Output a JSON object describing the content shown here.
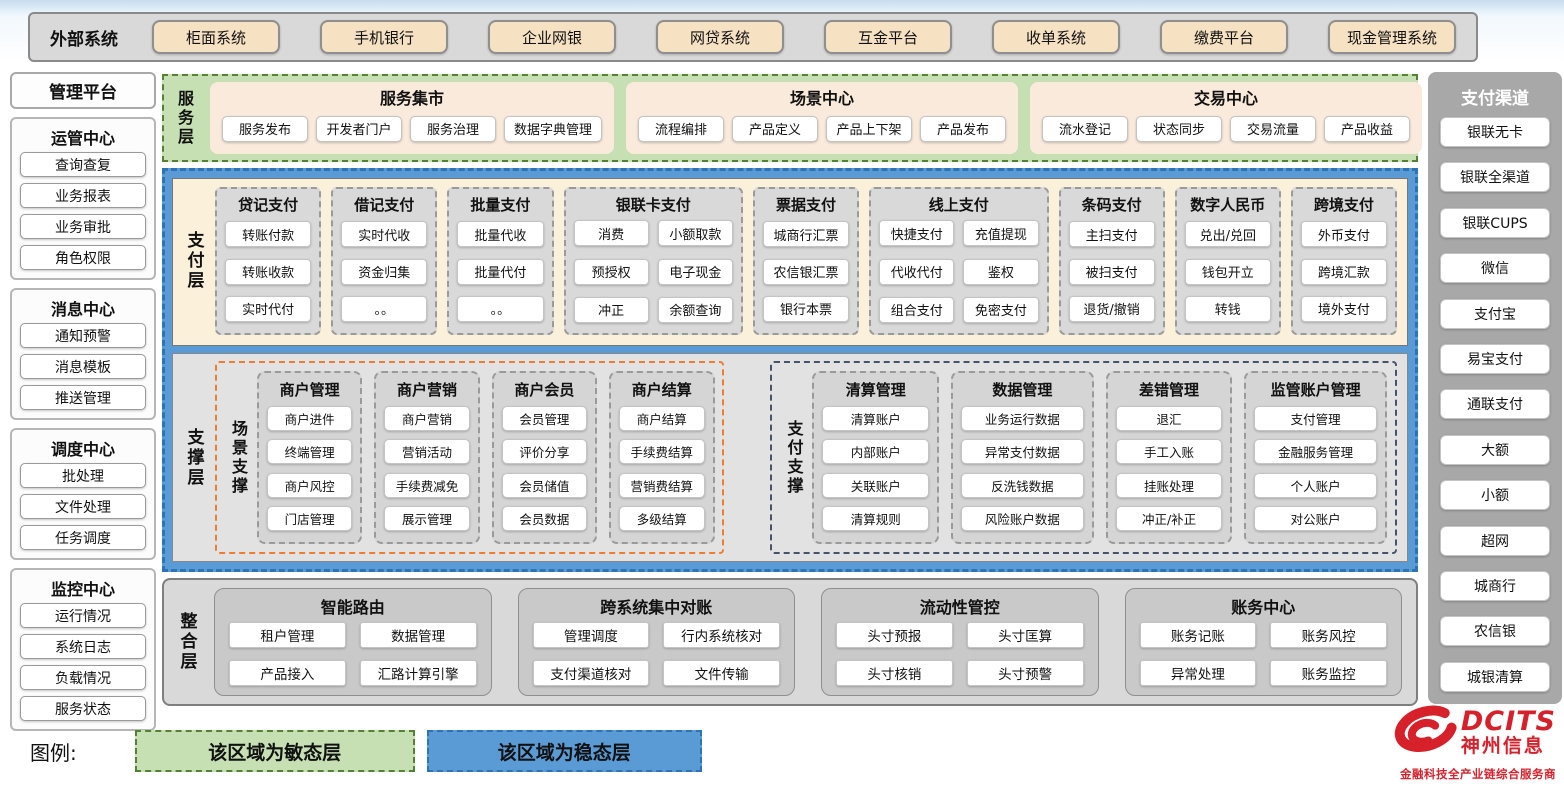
{
  "colors": {
    "agile_green": "#C6E0B4",
    "agile_border": "#538135",
    "stable_blue": "#5B9BD5",
    "stable_border": "#2E74B5",
    "payment_cream": "#FBF1DA",
    "service_cream": "#FAEADB",
    "bar_gray": "#D9D9D9",
    "tan": "#F6E2C3",
    "scene_orange": "#ED7D31",
    "pay_navy": "#44546A",
    "brand_red": "#D6212B"
  },
  "external": {
    "label": "外部系统",
    "systems": [
      "柜面系统",
      "手机银行",
      "企业网银",
      "网贷系统",
      "互金平台",
      "收单系统",
      "缴费平台",
      "现金管理系统"
    ]
  },
  "management": {
    "title": "管理平台",
    "groups": [
      {
        "title": "运管中心",
        "items": [
          "查询查复",
          "业务报表",
          "业务审批",
          "角色权限"
        ]
      },
      {
        "title": "消息中心",
        "items": [
          "通知预警",
          "消息模板",
          "推送管理"
        ]
      },
      {
        "title": "调度中心",
        "items": [
          "批处理",
          "文件处理",
          "任务调度"
        ]
      },
      {
        "title": "监控中心",
        "items": [
          "运行情况",
          "系统日志",
          "负载情况",
          "服务状态"
        ]
      }
    ]
  },
  "service_layer": {
    "label": "服务层",
    "panels": [
      {
        "title": "服务集市",
        "items": [
          "服务发布",
          "开发者门户",
          "服务治理",
          "数据字典管理"
        ]
      },
      {
        "title": "场景中心",
        "items": [
          "流程编排",
          "产品定义",
          "产品上下架",
          "产品发布"
        ]
      },
      {
        "title": "交易中心",
        "items": [
          "流水登记",
          "状态同步",
          "交易流量",
          "产品收益"
        ]
      }
    ]
  },
  "payment_layer": {
    "label": "支付层",
    "groups": [
      {
        "title": "贷记支付",
        "items": [
          "转账付款",
          "转账收款",
          "实时代付"
        ]
      },
      {
        "title": "借记支付",
        "items": [
          "实时代收",
          "资金归集",
          "。。"
        ]
      },
      {
        "title": "批量支付",
        "items": [
          "批量代收",
          "批量代付",
          "。。"
        ]
      },
      {
        "title": "银联卡支付",
        "items": [
          "消费",
          "小额取款",
          "预授权",
          "电子现金",
          "冲正",
          "余额查询"
        ]
      },
      {
        "title": "票据支付",
        "items": [
          "城商行汇票",
          "农信银汇票",
          "银行本票"
        ]
      },
      {
        "title": "线上支付",
        "items": [
          "快捷支付",
          "充值提现",
          "代收代付",
          "鉴权",
          "组合支付",
          "免密支付"
        ]
      },
      {
        "title": "条码支付",
        "items": [
          "主扫支付",
          "被扫支付",
          "退货/撤销"
        ]
      },
      {
        "title": "数字人民币",
        "items": [
          "兑出/兑回",
          "钱包开立",
          "转钱"
        ]
      },
      {
        "title": "跨境支付",
        "items": [
          "外币支付",
          "跨境汇款",
          "境外支付"
        ]
      }
    ]
  },
  "support_layer": {
    "label": "支撑层",
    "sections": [
      {
        "label": "场景支撑",
        "groups": [
          {
            "title": "商户管理",
            "items": [
              "商户进件",
              "终端管理",
              "商户风控",
              "门店管理"
            ]
          },
          {
            "title": "商户营销",
            "items": [
              "商户营销",
              "营销活动",
              "手续费减免",
              "展示管理"
            ]
          },
          {
            "title": "商户会员",
            "items": [
              "会员管理",
              "评价分享",
              "会员储值",
              "会员数据"
            ]
          },
          {
            "title": "商户结算",
            "items": [
              "商户结算",
              "手续费结算",
              "营销费结算",
              "多级结算"
            ]
          }
        ]
      },
      {
        "label": "支付支撑",
        "groups": [
          {
            "title": "清算管理",
            "items": [
              "清算账户",
              "内部账户",
              "关联账户",
              "清算规则"
            ]
          },
          {
            "title": "数据管理",
            "items": [
              "业务运行数据",
              "异常支付数据",
              "反洗钱数据",
              "风险账户数据"
            ]
          },
          {
            "title": "差错管理",
            "items": [
              "退汇",
              "手工入账",
              "挂账处理",
              "冲正/补正"
            ]
          },
          {
            "title": "监管账户管理",
            "items": [
              "支付管理",
              "金融服务管理",
              "个人账户",
              "对公账户"
            ]
          }
        ]
      }
    ]
  },
  "integration_layer": {
    "label": "整合层",
    "panels": [
      {
        "title": "智能路由",
        "items": [
          "租户管理",
          "数据管理",
          "产品接入",
          "汇路计算引擎"
        ]
      },
      {
        "title": "跨系统集中对账",
        "items": [
          "管理调度",
          "行内系统核对",
          "支付渠道核对",
          "文件传输"
        ]
      },
      {
        "title": "流动性管控",
        "items": [
          "头寸预报",
          "头寸匡算",
          "头寸核销",
          "头寸预警"
        ]
      },
      {
        "title": "账务中心",
        "items": [
          "账务记账",
          "账务风控",
          "异常处理",
          "账务监控"
        ]
      }
    ]
  },
  "channels": {
    "title": "支付渠道",
    "items": [
      "银联无卡",
      "银联全渠道",
      "银联CUPS",
      "微信",
      "支付宝",
      "易宝支付",
      "通联支付",
      "大额",
      "小额",
      "超网",
      "城商行",
      "农信银",
      "城银清算"
    ]
  },
  "legend": {
    "label": "图例:",
    "agile_label": "该区域为敏态层",
    "stable_label": "该区域为稳态层"
  },
  "logo": {
    "brand": "DCITS",
    "company": "神州信息",
    "tagline": "金融科技全产业链综合服务商"
  }
}
